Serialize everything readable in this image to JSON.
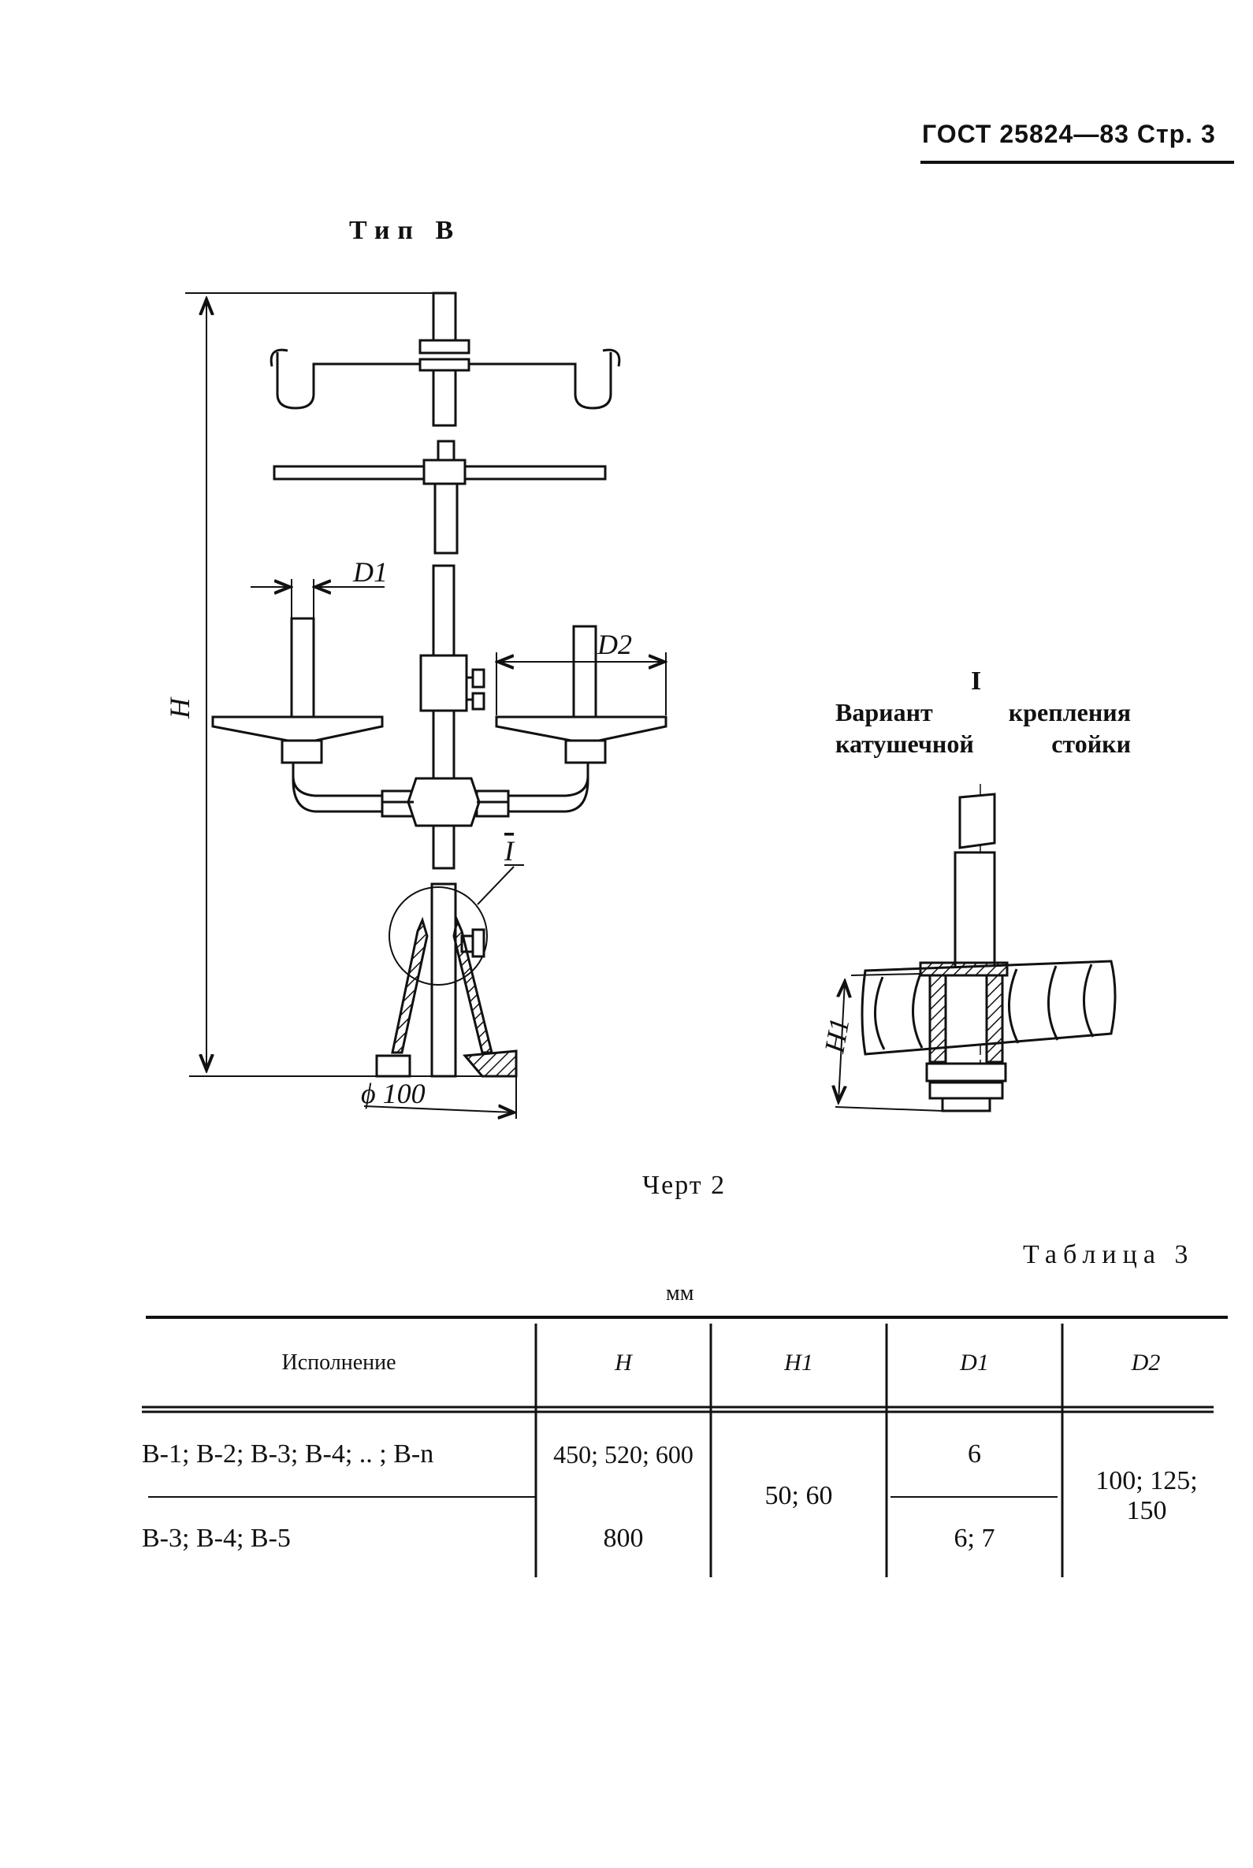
{
  "header": {
    "text": "ГОСТ 25824—83 Стр. 3"
  },
  "figure": {
    "type_title": "Тип В",
    "labels": {
      "d1": "D1",
      "d2": "D2",
      "h": "H",
      "h1": "H1",
      "phi100": "ϕ 100",
      "detail_ref": "I"
    },
    "detail_number": "I",
    "detail_caption": "Вариант крепления катушечной стойки",
    "caption": "Черт 2"
  },
  "table": {
    "title": "Таблица 3",
    "units": "мм",
    "headers": {
      "col1": "Исполнение",
      "col2": "H",
      "col3": "H1",
      "col4": "D1",
      "col5": "D2"
    },
    "rows": [
      {
        "variant": "В-1; В-2; В-3; В-4; .. ; В-n",
        "h": "450; 520; 600",
        "d1": "6"
      },
      {
        "variant": "В-3; В-4; В-5",
        "h": "800",
        "d1": "6; 7"
      }
    ],
    "merged": {
      "h1": "50; 60",
      "d2": "100; 125; 150"
    }
  }
}
